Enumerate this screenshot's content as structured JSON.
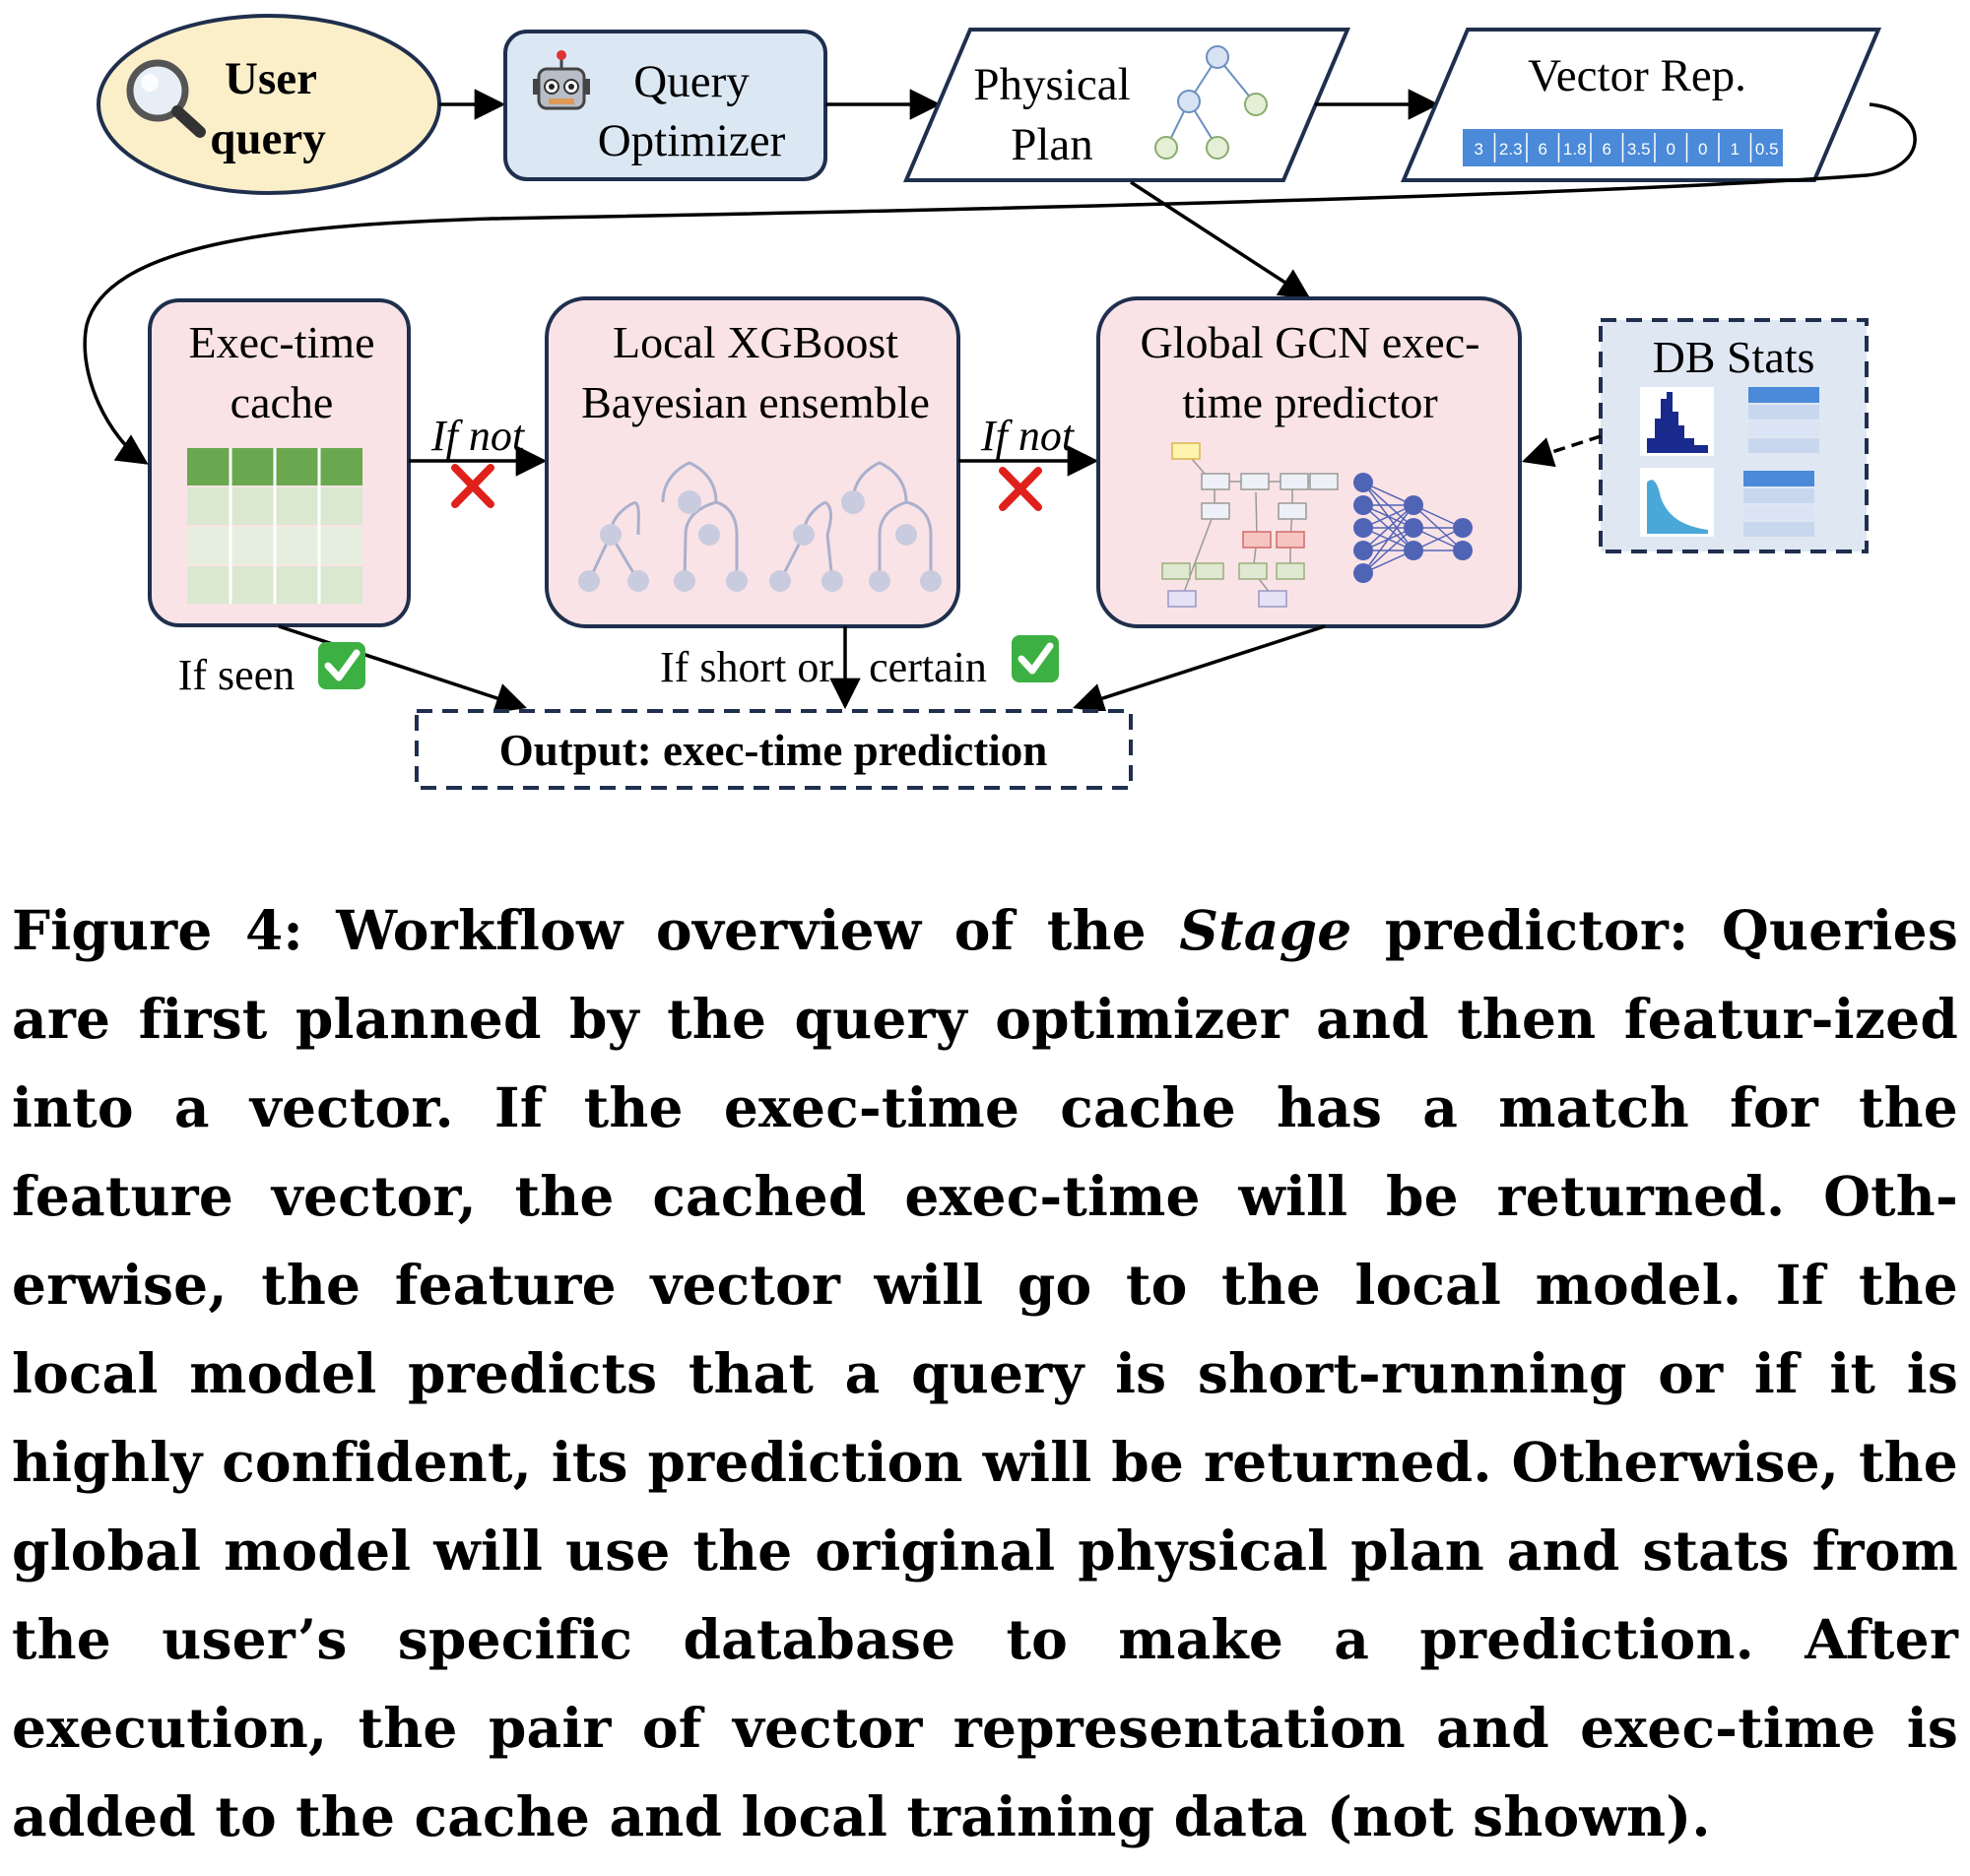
{
  "nodes": {
    "user_query": {
      "line1": "User",
      "line2": "query"
    },
    "query_optimizer": {
      "line1": "Query",
      "line2": "Optimizer"
    },
    "physical_plan": {
      "line1": "Physical",
      "line2": "Plan"
    },
    "vector_rep": {
      "title": "Vector Rep.",
      "values": [
        "3",
        "2.3",
        "6",
        "1.8",
        "6",
        "3.5",
        "0",
        "0",
        "1",
        "0.5"
      ]
    },
    "exec_time_cache": {
      "line1": "Exec-time",
      "line2": "cache"
    },
    "local_model": {
      "line1": "Local XGBoost",
      "line2": "Bayesian ensemble"
    },
    "global_model": {
      "line1": "Global GCN exec-",
      "line2": "time predictor"
    },
    "db_stats": {
      "title": "DB Stats"
    },
    "output": {
      "label": "Output: exec-time prediction"
    }
  },
  "edges": {
    "if_not_1": "If not",
    "if_not_2": "If not",
    "if_seen": "If seen",
    "if_short": "If short or",
    "certain": "certain"
  },
  "caption": {
    "prefix": "Figure 4: Workflow overview of the ",
    "emph": "Stage",
    "body": " predictor: Queries are first planned by the query optimizer and then featur-ized into a vector. If the exec-time cache has a match for the feature vector, the cached exec-time will be returned. Oth-erwise, the feature vector will go to the local model. If the local model predicts that a query is short-running or if it is highly confident, its prediction will be returned. Otherwise, the global model will use the original physical plan and stats from the user’s specific database to make a prediction. After execution, the pair of vector representation and exec-time is added to the cache and local training data (not shown)."
  },
  "colors": {
    "user_query_fill": "#fbefc9",
    "optimizer_fill": "#dce7f4",
    "model_fill": "#fae3e6",
    "stats_fill": "#dfe7f3",
    "border": "#1f2f4d",
    "cross": "#e0201b",
    "check": "#3cb043",
    "cache_green": "#6aa84f",
    "cache_light": "#d9e8cf",
    "vector_blue": "#4a8ad8",
    "tree_node": "#c9ccdf"
  }
}
